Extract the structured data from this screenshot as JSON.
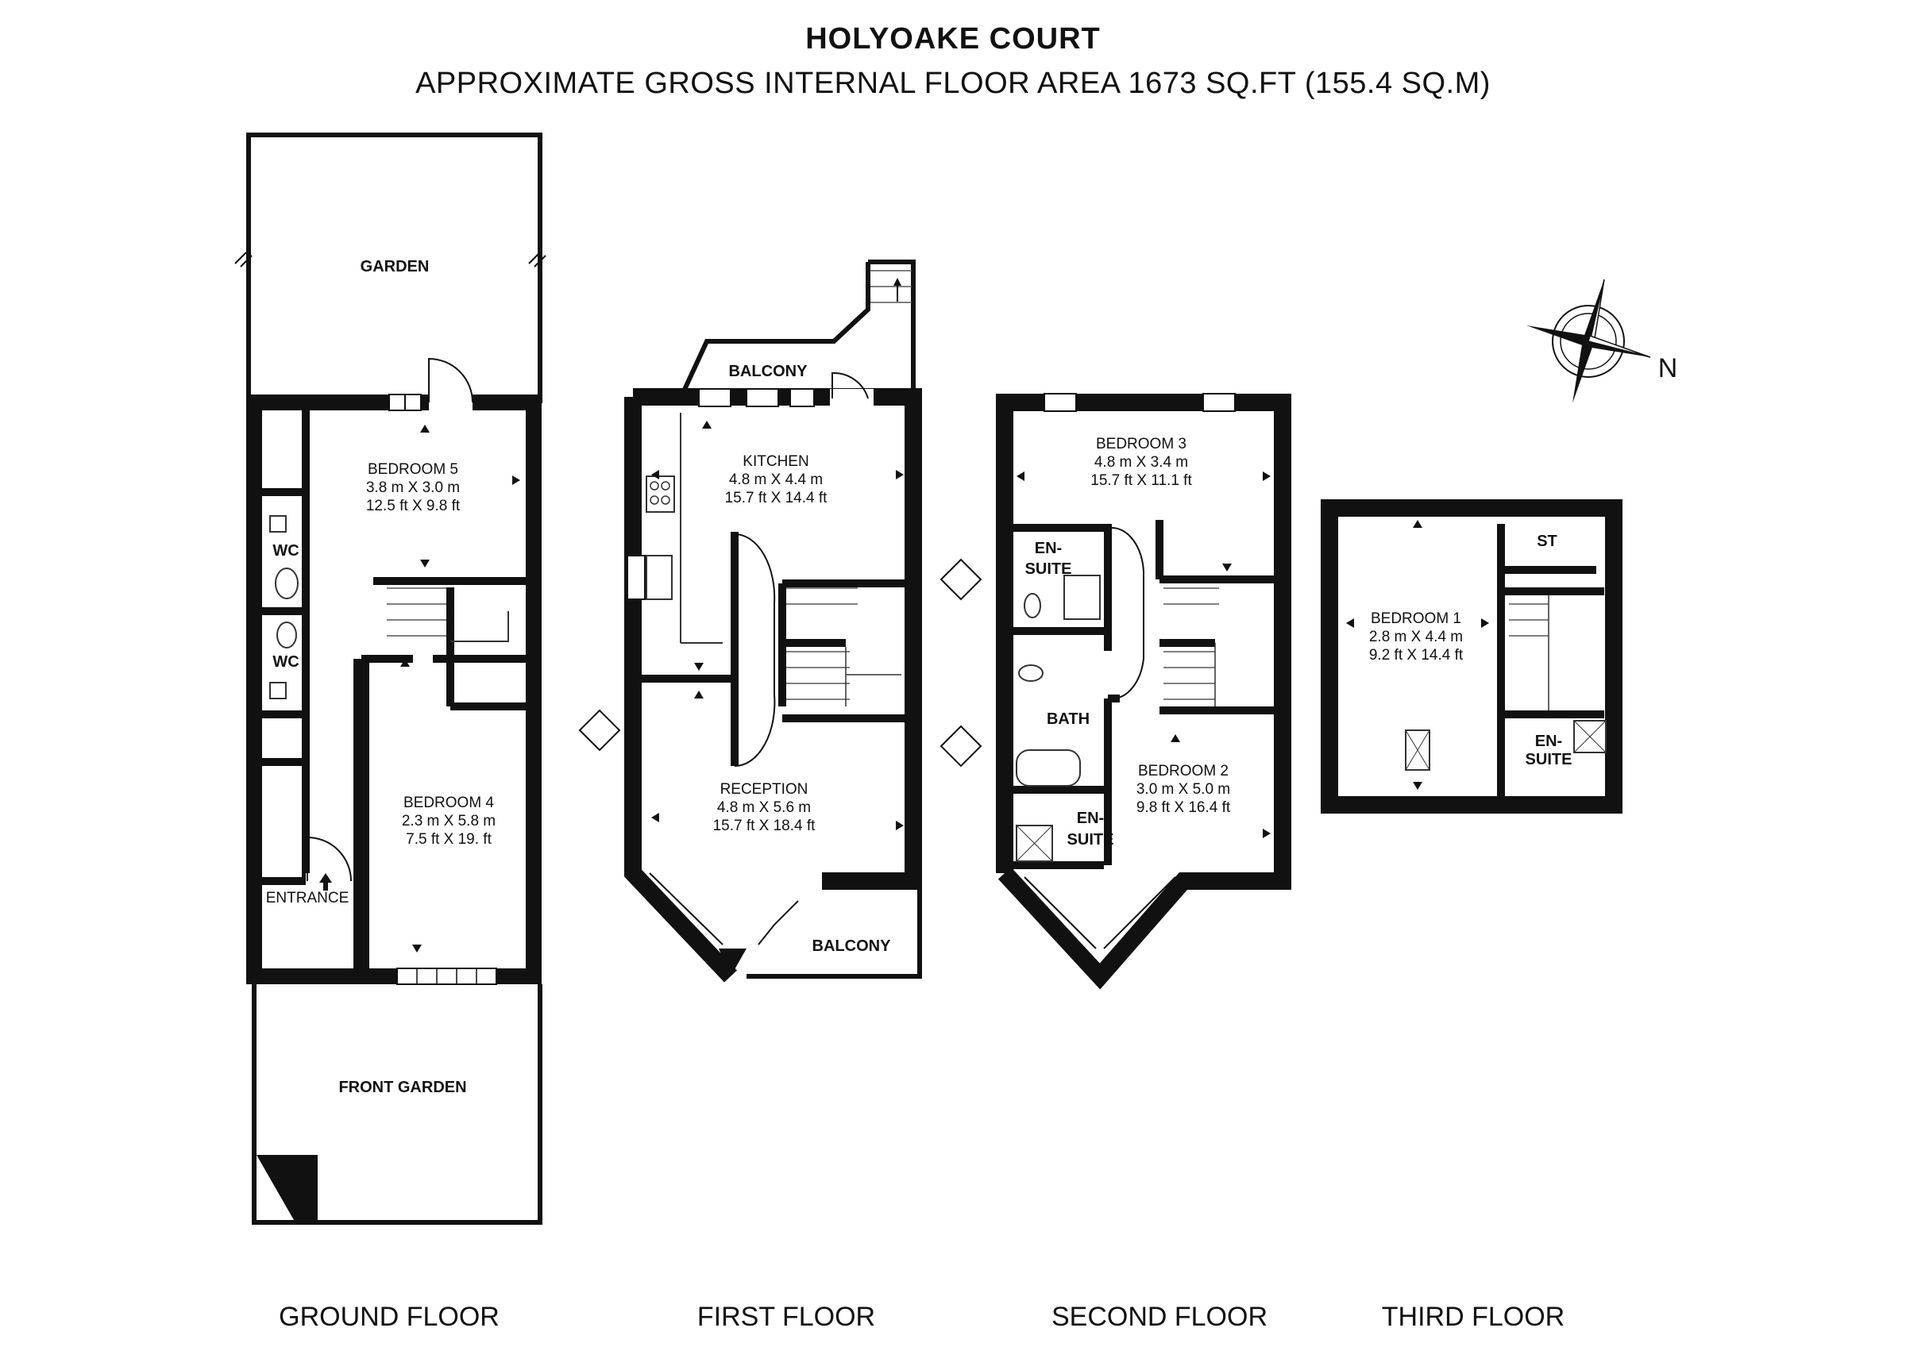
{
  "header": {
    "title": "HOLYOAKE COURT",
    "subtitle": "APPROXIMATE GROSS INTERNAL FLOOR AREA 1673 SQ.FT (155.4 SQ.M)"
  },
  "compass": {
    "north_label": "N"
  },
  "floors": [
    {
      "name": "GROUND FLOOR",
      "rooms": [
        {
          "name": "GARDEN"
        },
        {
          "name": "BEDROOM 5",
          "metric": "3.8 m X 3.0 m",
          "imperial": "12.5 ft X 9.8 ft"
        },
        {
          "name": "WC"
        },
        {
          "name": "WC"
        },
        {
          "name": "BEDROOM 4",
          "metric": "2.3 m X 5.8 m",
          "imperial": "7.5 ft X 19. ft"
        },
        {
          "name": "ENTRANCE"
        },
        {
          "name": "FRONT GARDEN"
        }
      ]
    },
    {
      "name": "FIRST FLOOR",
      "rooms": [
        {
          "name": "BALCONY"
        },
        {
          "name": "KITCHEN",
          "metric": "4.8 m X 4.4 m",
          "imperial": "15.7 ft X 14.4 ft"
        },
        {
          "name": "RECEPTION",
          "metric": "4.8 m X 5.6 m",
          "imperial": "15.7 ft X 18.4 ft"
        },
        {
          "name": "BALCONY"
        }
      ]
    },
    {
      "name": "SECOND FLOOR",
      "rooms": [
        {
          "name": "BEDROOM 3",
          "metric": "4.8 m X 3.4 m",
          "imperial": "15.7 ft X 11.1 ft"
        },
        {
          "name": "EN-",
          "name2": "SUITE"
        },
        {
          "name": "BATH"
        },
        {
          "name": "EN-",
          "name2": "SUITE"
        },
        {
          "name": "BEDROOM 2",
          "metric": "3.0 m X 5.0 m",
          "imperial": "9.8 ft X 16.4 ft"
        }
      ]
    },
    {
      "name": "THIRD FLOOR",
      "rooms": [
        {
          "name": "ST"
        },
        {
          "name": "BEDROOM 1",
          "metric": "2.8 m X 4.4 m",
          "imperial": "9.2 ft X 14.4 ft"
        },
        {
          "name": "EN-",
          "name2": "SUITE"
        }
      ]
    }
  ]
}
